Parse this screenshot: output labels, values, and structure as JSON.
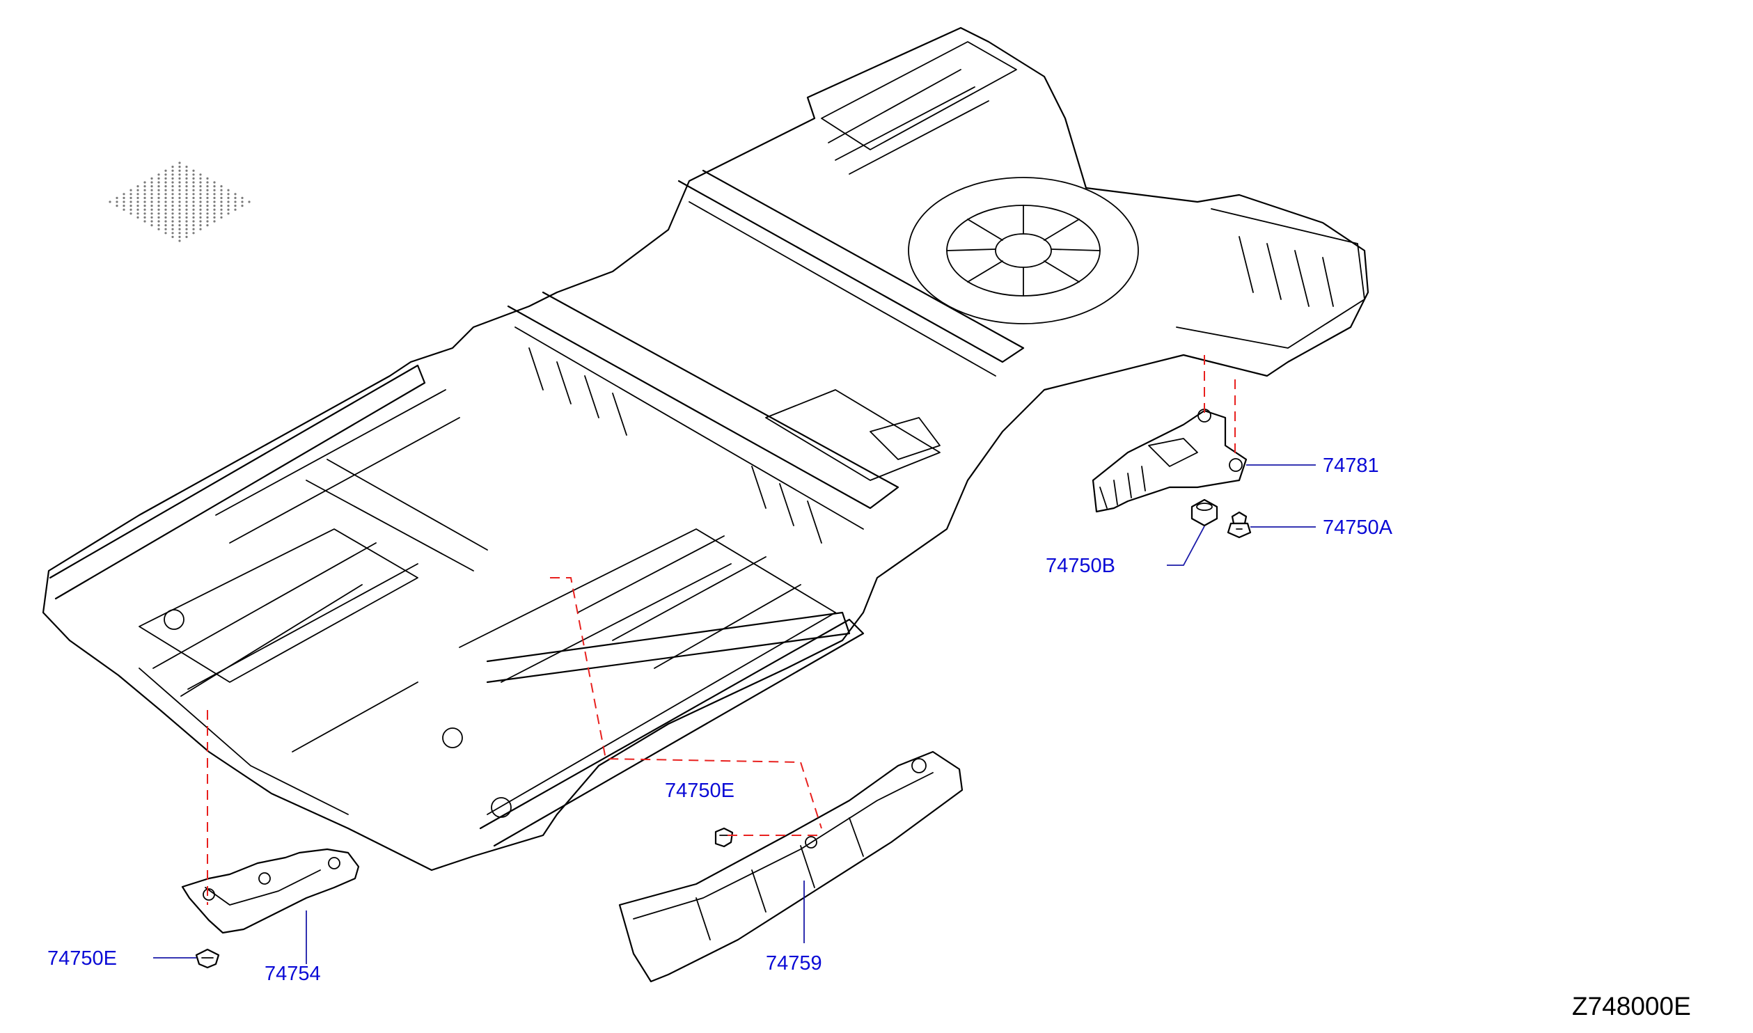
{
  "labels": {
    "part_74781": "74781",
    "part_74750A": "74750A",
    "part_74750B": "74750B",
    "part_74750E_center": "74750E",
    "part_74750E_left": "74750E",
    "part_74754": "74754",
    "part_74759": "74759"
  },
  "diagram_code": "Z748000E",
  "colors": {
    "label_text": "#0a0ad6",
    "leader_line": "#1a1aa8",
    "dashed_line": "#e8201e",
    "line_art": "#000000"
  }
}
